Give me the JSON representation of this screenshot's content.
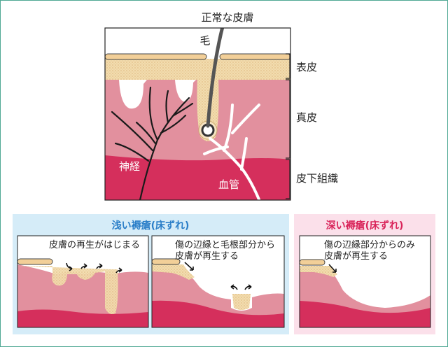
{
  "top_diagram": {
    "title": "正常な皮膚",
    "hair_label": "毛",
    "nerve_label": "神経",
    "vessel_label": "血管",
    "layers": {
      "epidermis": "表皮",
      "dermis": "真皮",
      "subcutaneous": "皮下組織"
    }
  },
  "shallow_panel": {
    "title": "浅い褥瘡(床ずれ)",
    "left_caption": "皮膚の再生がはじまる",
    "right_caption_line1": "傷の辺縁と毛根部分から",
    "right_caption_line2": "皮膚が再生する"
  },
  "deep_panel": {
    "title": "深い褥瘡(床ずれ)",
    "caption_line1": "傷の辺縁部分からのみ",
    "caption_line2": "皮膚が再生する"
  },
  "colors": {
    "frame": "#4fa894",
    "shallow_bg": "#d5ecf8",
    "shallow_title": "#2a7ec8",
    "deep_bg": "#fbe0ea",
    "deep_title": "#d9245a",
    "dermis": "#e2909e",
    "subcutaneous": "#d52f5c",
    "epidermis": "#f2cf98"
  }
}
